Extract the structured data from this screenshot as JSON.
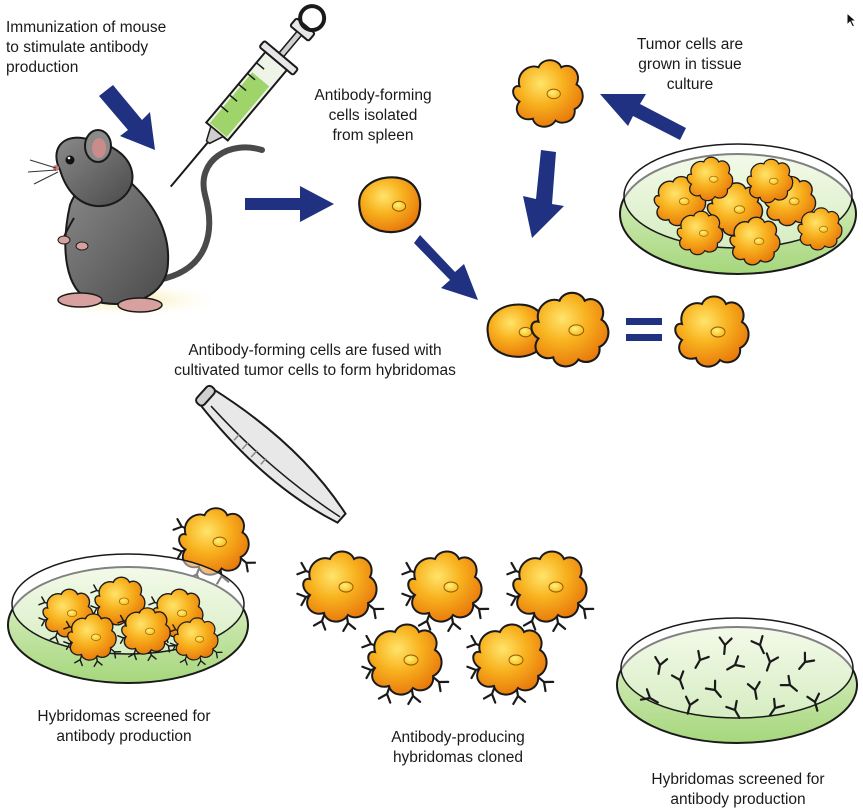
{
  "labels": {
    "immunization": "Immunization of mouse\nto stimulate antibody\nproduction",
    "isolated": "Antibody-forming\ncells isolated\nfrom spleen",
    "tumor": "Tumor cells are\ngrown in tissue\nculture",
    "fused": "Antibody-forming cells are fused with\ncultivated tumor cells to form hybridomas",
    "screened_left": "Hybridomas screened for\nantibody production",
    "cloned": "Antibody-producing\nhybridomas cloned",
    "screened_right": "Hybridomas screened for\nantibody production"
  },
  "icons": [
    "mouse-illustration",
    "syringe-icon",
    "spleen-cell-icon",
    "tumor-cell-icon",
    "petri-dish-icon",
    "hybridoma-cell-icon",
    "tweezers-icon",
    "antibody-icon",
    "arrow-icon",
    "equals-icon",
    "cursor-icon"
  ],
  "colors": {
    "arrow": "#1f3180",
    "cell_fill": "#f59a12",
    "cell_highlight": "#ffd24a",
    "dish_fill": "#bfe39a",
    "mouse_body": "#6b6b6b",
    "antibody": "#1a1a1a"
  }
}
